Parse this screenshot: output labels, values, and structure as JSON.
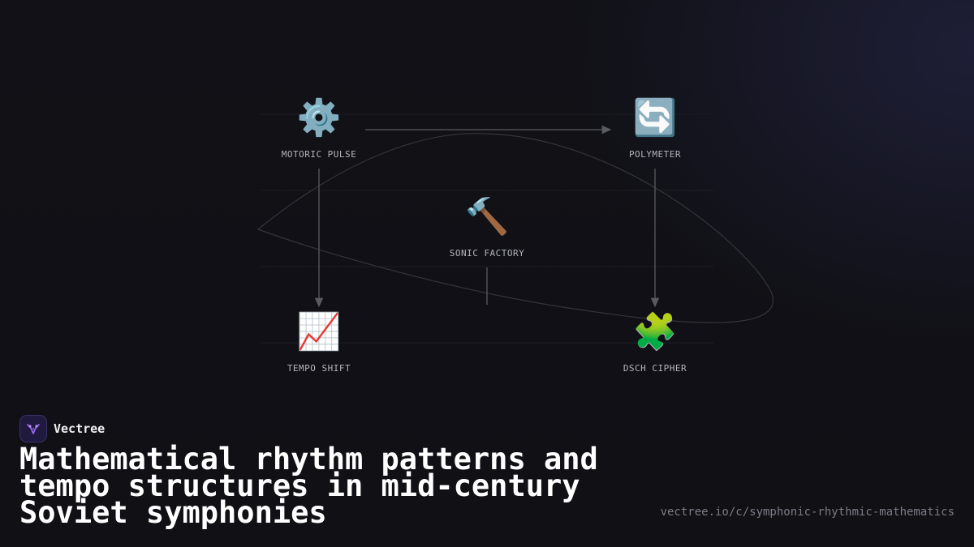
{
  "diagram": {
    "nodes": [
      {
        "id": "motoric-pulse",
        "label": "MOTORIC PULSE",
        "icon": "gear-icon",
        "glyph": "⚙️"
      },
      {
        "id": "polymeter",
        "label": "POLYMETER",
        "icon": "cycle-arrows-icon",
        "glyph": "🔄"
      },
      {
        "id": "sonic-factory",
        "label": "SONIC FACTORY",
        "icon": "hammer-icon",
        "glyph": "🔨"
      },
      {
        "id": "tempo-shift",
        "label": "TEMPO SHIFT",
        "icon": "chart-increasing-icon",
        "glyph": "📈"
      },
      {
        "id": "dsch-cipher",
        "label": "DSCH CIPHER",
        "icon": "puzzle-piece-icon",
        "glyph": "🧩"
      }
    ],
    "edges": [
      {
        "from": "motoric-pulse",
        "to": "polymeter"
      },
      {
        "from": "motoric-pulse",
        "to": "tempo-shift"
      },
      {
        "from": "polymeter",
        "to": "dsch-cipher"
      },
      {
        "from": "sonic-factory",
        "to": ""
      }
    ],
    "colors": {
      "edge": "#55555c",
      "orbit": "#3a3a44",
      "accent": "#8b5cf6"
    }
  },
  "brand": {
    "name": "Vectree",
    "logo_icon": "vectree-logo-icon"
  },
  "headline": "Mathematical rhythm patterns and tempo structures in mid-century Soviet symphonies",
  "url": "vectree.io/c/symphonic-rhythmic-mathematics"
}
